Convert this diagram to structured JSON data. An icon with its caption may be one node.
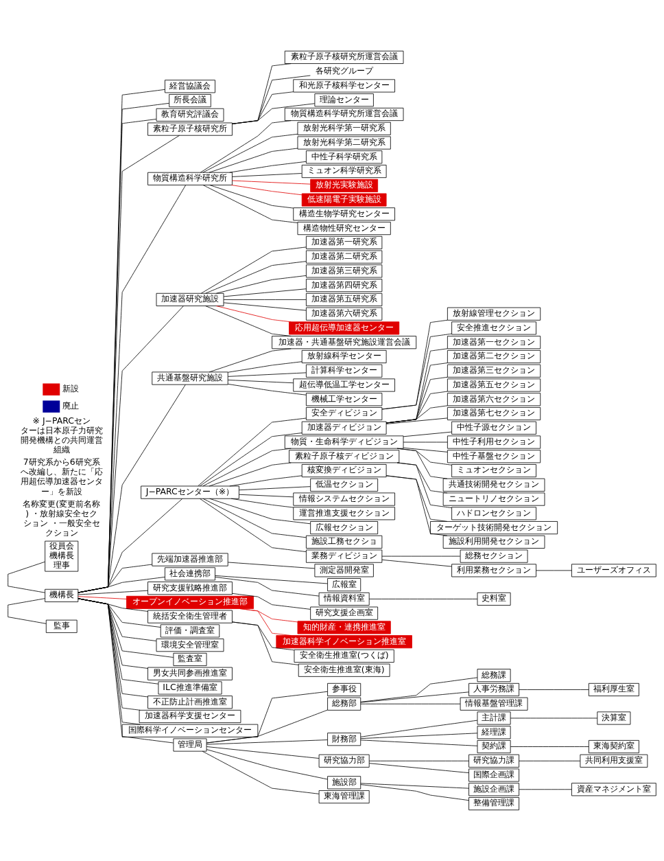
{
  "diagram": {
    "nodes": [
      {
        "text": [
          "役員会",
          "機構長",
          "理事"
        ]
      },
      {
        "text": [
          "機構長"
        ]
      },
      {
        "text": [
          "監事"
        ]
      },
      {
        "text": [
          "経営協議会"
        ]
      },
      {
        "text": [
          "所長会議"
        ]
      },
      {
        "text": [
          "教育研究評議会"
        ]
      },
      {
        "text": [
          "素粒子原子核研究所"
        ]
      },
      {
        "text": [
          "素粒子原子核研究所運営会議"
        ]
      },
      {
        "text": [
          "各研究グループ"
        ]
      },
      {
        "text": [
          "和光原子核科学センター"
        ]
      },
      {
        "text": [
          "理論センター"
        ]
      },
      {
        "text": [
          "物質構造科学研究所"
        ]
      },
      {
        "text": [
          "物質構造科学研究所運営会議"
        ]
      },
      {
        "text": [
          "放射光科学第一研究系"
        ]
      },
      {
        "text": [
          "放射光科学第二研究系"
        ]
      },
      {
        "text": [
          "中性子科学研究系"
        ]
      },
      {
        "text": [
          "ミュオン科学研究系"
        ]
      },
      {
        "text": [
          "放射光実験施設"
        ]
      },
      {
        "text": [
          "低速陽電子実験施設"
        ]
      },
      {
        "text": [
          "構造生物学研究センター"
        ]
      },
      {
        "text": [
          "構造物性研究センター"
        ]
      },
      {
        "text": [
          "加速器研究施設"
        ]
      },
      {
        "text": [
          "加速器第一研究系"
        ]
      },
      {
        "text": [
          "加速器第二研究系"
        ]
      },
      {
        "text": [
          "加速器第三研究系"
        ]
      },
      {
        "text": [
          "加速器第四研究系"
        ]
      },
      {
        "text": [
          "加速器第五研究系"
        ]
      },
      {
        "text": [
          "加速器第六研究系"
        ]
      },
      {
        "text": [
          "応用超伝導加速器センター"
        ]
      },
      {
        "text": [
          "加速器・共通基盤研究施設運営会議"
        ]
      },
      {
        "text": [
          "共通基盤研究施設"
        ]
      },
      {
        "text": [
          "放射線科学センター"
        ]
      },
      {
        "text": [
          "計算科学センター"
        ]
      },
      {
        "text": [
          "超伝導低温工学センター"
        ]
      },
      {
        "text": [
          "機械工学センター"
        ]
      },
      {
        "text": [
          "J−PARCセンター（※）"
        ]
      },
      {
        "text": [
          "安全ディビジョン"
        ]
      },
      {
        "text": [
          "放射線管理セクション"
        ]
      },
      {
        "text": [
          "安全推進セクション"
        ]
      },
      {
        "text": [
          "加速器ディビジョン"
        ]
      },
      {
        "text": [
          "加速器第一セクション"
        ]
      },
      {
        "text": [
          "加速器第二セクション"
        ]
      },
      {
        "text": [
          "加速器第三セクション"
        ]
      },
      {
        "text": [
          "加速器第五セクション"
        ]
      },
      {
        "text": [
          "加速器第六セクション"
        ]
      },
      {
        "text": [
          "加速器第七セクション"
        ]
      },
      {
        "text": [
          "物質・生命科学ディビジョン"
        ]
      },
      {
        "text": [
          "中性子源セクション"
        ]
      },
      {
        "text": [
          "中性子利用セクション"
        ]
      },
      {
        "text": [
          "中性子基盤セクション"
        ]
      },
      {
        "text": [
          "ミュオンセクション"
        ]
      },
      {
        "text": [
          "共通技術開発セクション"
        ]
      },
      {
        "text": [
          "素粒子原子核ディビジョン"
        ]
      },
      {
        "text": [
          "ニュートリノセクション"
        ]
      },
      {
        "text": [
          "ハドロンセクション"
        ]
      },
      {
        "text": [
          "核変換ディビジョン"
        ]
      },
      {
        "text": [
          "ターゲット技術開発セクション"
        ]
      },
      {
        "text": [
          "施設利用開発セクション"
        ]
      },
      {
        "text": [
          "低温セクション"
        ]
      },
      {
        "text": [
          "情報システムセクション"
        ]
      },
      {
        "text": [
          "運営推進支援セクション"
        ]
      },
      {
        "text": [
          "広報セクション"
        ]
      },
      {
        "text": [
          "施設工務セクショ"
        ]
      },
      {
        "text": [
          "業務ディビジョン"
        ]
      },
      {
        "text": [
          "総務セクション"
        ]
      },
      {
        "text": [
          "利用業務セクション"
        ]
      },
      {
        "text": [
          "ユーザーズオフィス"
        ]
      },
      {
        "text": [
          "先端加速器推進部"
        ]
      },
      {
        "text": [
          "測定器開発室"
        ]
      },
      {
        "text": [
          "社会連携部"
        ]
      },
      {
        "text": [
          "広報室"
        ]
      },
      {
        "text": [
          "情報資料室"
        ]
      },
      {
        "text": [
          "史料室"
        ]
      },
      {
        "text": [
          "研究支援戦略推進部"
        ]
      },
      {
        "text": [
          "研究支援企画室"
        ]
      },
      {
        "text": [
          "オープンイノベーション推進部"
        ]
      },
      {
        "text": [
          "知的財産・連携推進室"
        ]
      },
      {
        "text": [
          "加速器科学イノベーション推進室"
        ]
      },
      {
        "text": [
          "統括安全衛生管理者"
        ]
      },
      {
        "text": [
          "安全衛生推進室(つくば)"
        ]
      },
      {
        "text": [
          "安全衛生推進室(東海)"
        ]
      },
      {
        "text": [
          "評価・調査室"
        ]
      },
      {
        "text": [
          "環境安全管理室"
        ]
      },
      {
        "text": [
          "監査室"
        ]
      },
      {
        "text": [
          "男女共同参画推進室"
        ]
      },
      {
        "text": [
          "ILC推進準備室"
        ]
      },
      {
        "text": [
          "不正防止計画推進室"
        ]
      },
      {
        "text": [
          "加速器科学支援センター"
        ]
      },
      {
        "text": [
          "国際科学イノベーションセンター"
        ]
      },
      {
        "text": [
          "管理局"
        ]
      },
      {
        "text": [
          "参事役"
        ]
      },
      {
        "text": [
          "総務部"
        ]
      },
      {
        "text": [
          "総務課"
        ]
      },
      {
        "text": [
          "人事労務課"
        ]
      },
      {
        "text": [
          "福利厚生室"
        ]
      },
      {
        "text": [
          "情報基盤管理課"
        ]
      },
      {
        "text": [
          "財務部"
        ]
      },
      {
        "text": [
          "主計課"
        ]
      },
      {
        "text": [
          "決算室"
        ]
      },
      {
        "text": [
          "経理課"
        ]
      },
      {
        "text": [
          "契約課"
        ]
      },
      {
        "text": [
          "東海契約室"
        ]
      },
      {
        "text": [
          "研究協力部"
        ]
      },
      {
        "text": [
          "研究協力課"
        ]
      },
      {
        "text": [
          "共同利用支援室"
        ]
      },
      {
        "text": [
          "国際企画課"
        ]
      },
      {
        "text": [
          "施設部"
        ]
      },
      {
        "text": [
          "施設企画課"
        ]
      },
      {
        "text": [
          "資産マネジメント室"
        ]
      },
      {
        "text": [
          "整備管理課"
        ]
      },
      {
        "text": [
          "東海管理課"
        ]
      }
    ],
    "edges": [
      {
        "from": 0,
        "to": 1,
        "arrow": "none"
      },
      {
        "from": 1,
        "to": 2,
        "arrow": "none"
      },
      {
        "from": 1,
        "to": 3,
        "arrow": "none"
      },
      {
        "from": 1,
        "to": 4,
        "arrow": "none"
      },
      {
        "from": 1,
        "to": 5,
        "arrow": "none"
      },
      {
        "from": 1,
        "to": 6,
        "arrow": "none"
      },
      {
        "from": 6,
        "to": 7,
        "arrow": "none"
      },
      {
        "from": 6,
        "to": 8,
        "arrow": "none"
      },
      {
        "from": 6,
        "to": 9,
        "arrow": "none"
      },
      {
        "from": 6,
        "to": 10,
        "arrow": "none"
      },
      {
        "from": 1,
        "to": 11,
        "arrow": "none"
      },
      {
        "from": 11,
        "to": 12,
        "arrow": "none"
      },
      {
        "from": 11,
        "to": 13,
        "arrow": "none"
      },
      {
        "from": 11,
        "to": 14,
        "arrow": "none"
      },
      {
        "from": 11,
        "to": 15,
        "arrow": "none"
      },
      {
        "from": 11,
        "to": 16,
        "arrow": "none"
      },
      {
        "from": 11,
        "to": 17,
        "arrow": "none",
        "color": "#e00000"
      },
      {
        "from": 11,
        "to": 18,
        "arrow": "none",
        "color": "#e00000"
      },
      {
        "from": 11,
        "to": 19,
        "arrow": "none"
      },
      {
        "from": 11,
        "to": 20,
        "arrow": "none"
      },
      {
        "from": 1,
        "to": 21,
        "arrow": "none"
      },
      {
        "from": 21,
        "to": 22,
        "arrow": "none"
      },
      {
        "from": 21,
        "to": 23,
        "arrow": "none"
      },
      {
        "from": 21,
        "to": 24,
        "arrow": "none"
      },
      {
        "from": 21,
        "to": 25,
        "arrow": "none"
      },
      {
        "from": 21,
        "to": 26,
        "arrow": "none"
      },
      {
        "from": 21,
        "to": 27,
        "arrow": "none"
      },
      {
        "from": 21,
        "to": 28,
        "arrow": "none",
        "color": "#e00000"
      },
      {
        "from": 21,
        "to": 29,
        "arrow": "none"
      },
      {
        "from": 30,
        "to": 29,
        "arrow": "none"
      },
      {
        "from": 1,
        "to": 30,
        "arrow": "none"
      },
      {
        "from": 30,
        "to": 31,
        "arrow": "none"
      },
      {
        "from": 30,
        "to": 32,
        "arrow": "none"
      },
      {
        "from": 30,
        "to": 33,
        "arrow": "none"
      },
      {
        "from": 30,
        "to": 34,
        "arrow": "none"
      },
      {
        "from": 1,
        "to": 35,
        "arrow": "none"
      },
      {
        "from": 35,
        "to": 36,
        "arrow": "none"
      },
      {
        "from": 36,
        "to": 37,
        "arrow": "none"
      },
      {
        "from": 36,
        "to": 38,
        "arrow": "none"
      },
      {
        "from": 35,
        "to": 39,
        "arrow": "none"
      },
      {
        "from": 39,
        "to": 40,
        "arrow": "none"
      },
      {
        "from": 39,
        "to": 41,
        "arrow": "none"
      },
      {
        "from": 39,
        "to": 42,
        "arrow": "none"
      },
      {
        "from": 39,
        "to": 43,
        "arrow": "none"
      },
      {
        "from": 39,
        "to": 44,
        "arrow": "none"
      },
      {
        "from": 39,
        "to": 45,
        "arrow": "none"
      },
      {
        "from": 35,
        "to": 46,
        "arrow": "none"
      },
      {
        "from": 46,
        "to": 47,
        "arrow": "none"
      },
      {
        "from": 46,
        "to": 48,
        "arrow": "none"
      },
      {
        "from": 46,
        "to": 49,
        "arrow": "none"
      },
      {
        "from": 46,
        "to": 50,
        "arrow": "none"
      },
      {
        "from": 46,
        "to": 51,
        "arrow": "none"
      },
      {
        "from": 35,
        "to": 52,
        "arrow": "none"
      },
      {
        "from": 52,
        "to": 53,
        "arrow": "none"
      },
      {
        "from": 52,
        "to": 54,
        "arrow": "none"
      },
      {
        "from": 35,
        "to": 55,
        "arrow": "none"
      },
      {
        "from": 55,
        "to": 56,
        "arrow": "none"
      },
      {
        "from": 55,
        "to": 57,
        "arrow": "none"
      },
      {
        "from": 35,
        "to": 58,
        "arrow": "none"
      },
      {
        "from": 35,
        "to": 59,
        "arrow": "none"
      },
      {
        "from": 35,
        "to": 60,
        "arrow": "none"
      },
      {
        "from": 35,
        "to": 61,
        "arrow": "none"
      },
      {
        "from": 35,
        "to": 62,
        "arrow": "none"
      },
      {
        "from": 35,
        "to": 63,
        "arrow": "none"
      },
      {
        "from": 63,
        "to": 64,
        "arrow": "none"
      },
      {
        "from": 63,
        "to": 65,
        "arrow": "none"
      },
      {
        "from": 65,
        "to": 66,
        "arrow": "none"
      },
      {
        "from": 1,
        "to": 67,
        "arrow": "none"
      },
      {
        "from": 67,
        "to": 68,
        "arrow": "none"
      },
      {
        "from": 1,
        "to": 69,
        "arrow": "none"
      },
      {
        "from": 69,
        "to": 70,
        "arrow": "none"
      },
      {
        "from": 69,
        "to": 71,
        "arrow": "none"
      },
      {
        "from": 71,
        "to": 72,
        "arrow": "none"
      },
      {
        "from": 1,
        "to": 73,
        "arrow": "none"
      },
      {
        "from": 73,
        "to": 74,
        "arrow": "none"
      },
      {
        "from": 1,
        "to": 75,
        "arrow": "none",
        "color": "#e00000"
      },
      {
        "from": 75,
        "to": 76,
        "arrow": "none",
        "color": "#e00000"
      },
      {
        "from": 75,
        "to": 77,
        "arrow": "none",
        "color": "#e00000"
      },
      {
        "from": 1,
        "to": 78,
        "arrow": "none"
      },
      {
        "from": 78,
        "to": 79,
        "arrow": "none"
      },
      {
        "from": 78,
        "to": 80,
        "arrow": "none"
      },
      {
        "from": 1,
        "to": 81,
        "arrow": "none"
      },
      {
        "from": 1,
        "to": 82,
        "arrow": "none"
      },
      {
        "from": 1,
        "to": 83,
        "arrow": "none"
      },
      {
        "from": 1,
        "to": 84,
        "arrow": "none"
      },
      {
        "from": 1,
        "to": 85,
        "arrow": "none"
      },
      {
        "from": 1,
        "to": 86,
        "arrow": "none"
      },
      {
        "from": 1,
        "to": 87,
        "arrow": "none"
      },
      {
        "from": 1,
        "to": 88,
        "arrow": "none"
      },
      {
        "from": 1,
        "to": 89,
        "arrow": "none"
      },
      {
        "from": 89,
        "to": 90,
        "arrow": "none"
      },
      {
        "from": 89,
        "to": 91,
        "arrow": "none"
      },
      {
        "from": 91,
        "to": 92,
        "arrow": "none"
      },
      {
        "from": 91,
        "to": 93,
        "arrow": "none"
      },
      {
        "from": 93,
        "to": 94,
        "arrow": "none"
      },
      {
        "from": 91,
        "to": 95,
        "arrow": "none"
      },
      {
        "from": 89,
        "to": 96,
        "arrow": "none"
      },
      {
        "from": 96,
        "to": 97,
        "arrow": "none"
      },
      {
        "from": 97,
        "to": 98,
        "arrow": "none"
      },
      {
        "from": 96,
        "to": 99,
        "arrow": "none"
      },
      {
        "from": 96,
        "to": 100,
        "arrow": "none"
      },
      {
        "from": 100,
        "to": 101,
        "arrow": "none"
      },
      {
        "from": 89,
        "to": 102,
        "arrow": "none"
      },
      {
        "from": 102,
        "to": 103,
        "arrow": "none"
      },
      {
        "from": 103,
        "to": 104,
        "arrow": "none"
      },
      {
        "from": 102,
        "to": 105,
        "arrow": "none"
      },
      {
        "from": 89,
        "to": 106,
        "arrow": "none"
      },
      {
        "from": 106,
        "to": 107,
        "arrow": "none"
      },
      {
        "from": 107,
        "to": 108,
        "arrow": "none"
      },
      {
        "from": 106,
        "to": 109,
        "arrow": "none"
      },
      {
        "from": 89,
        "to": 110,
        "arrow": "none"
      }
    ],
    "labels": [
      "※ J−PARCセンターは日本原子力研究開発機構との共同運営組織",
      "7研究系から6研究系へ改編し、新たに「応用超伝導加速器センター」を新設",
      "名称変更(変更前名称) ・放射線安全セクション ・一般安全セクション"
    ],
    "legend": [
      {
        "text": "新設",
        "color": "#e00000"
      },
      {
        "text": "廃止",
        "color": "#000099"
      }
    ]
  }
}
